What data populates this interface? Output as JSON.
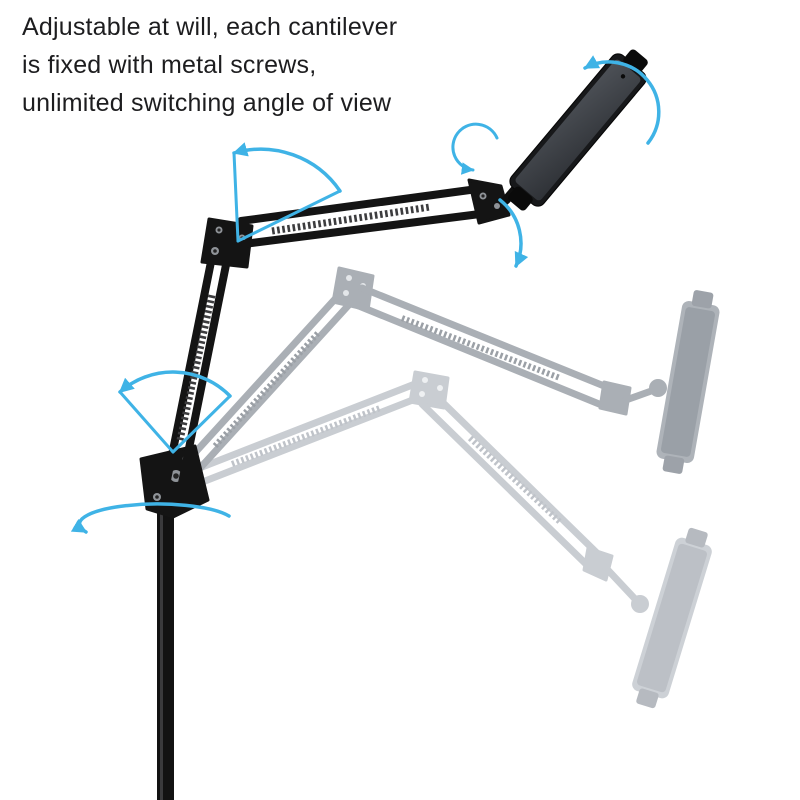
{
  "caption": {
    "line1": "Adjustable at will, each cantilever",
    "line2": "is fixed with metal screws,",
    "line3": "unlimited switching angle of view"
  },
  "illustration": {
    "subject": "articulating cantilever phone/tablet floor stand",
    "positions_shown": 3,
    "colors": {
      "background": "#ffffff",
      "stand": "#141414",
      "ghost_mid": "#aaafb5",
      "ghost_light": "#c9cdd2",
      "arrow": "#3fb3e6",
      "screen_light": "#4a4e54",
      "screen_dark": "#2f3237"
    },
    "arrows": [
      {
        "name": "holder-tilt-arrow"
      },
      {
        "name": "holder-rotate-arrow"
      },
      {
        "name": "holder-swivel-arrow"
      },
      {
        "name": "elbow-rotate-arrow"
      },
      {
        "name": "shoulder-rotate-arrow"
      },
      {
        "name": "base-swivel-arrow"
      }
    ]
  }
}
